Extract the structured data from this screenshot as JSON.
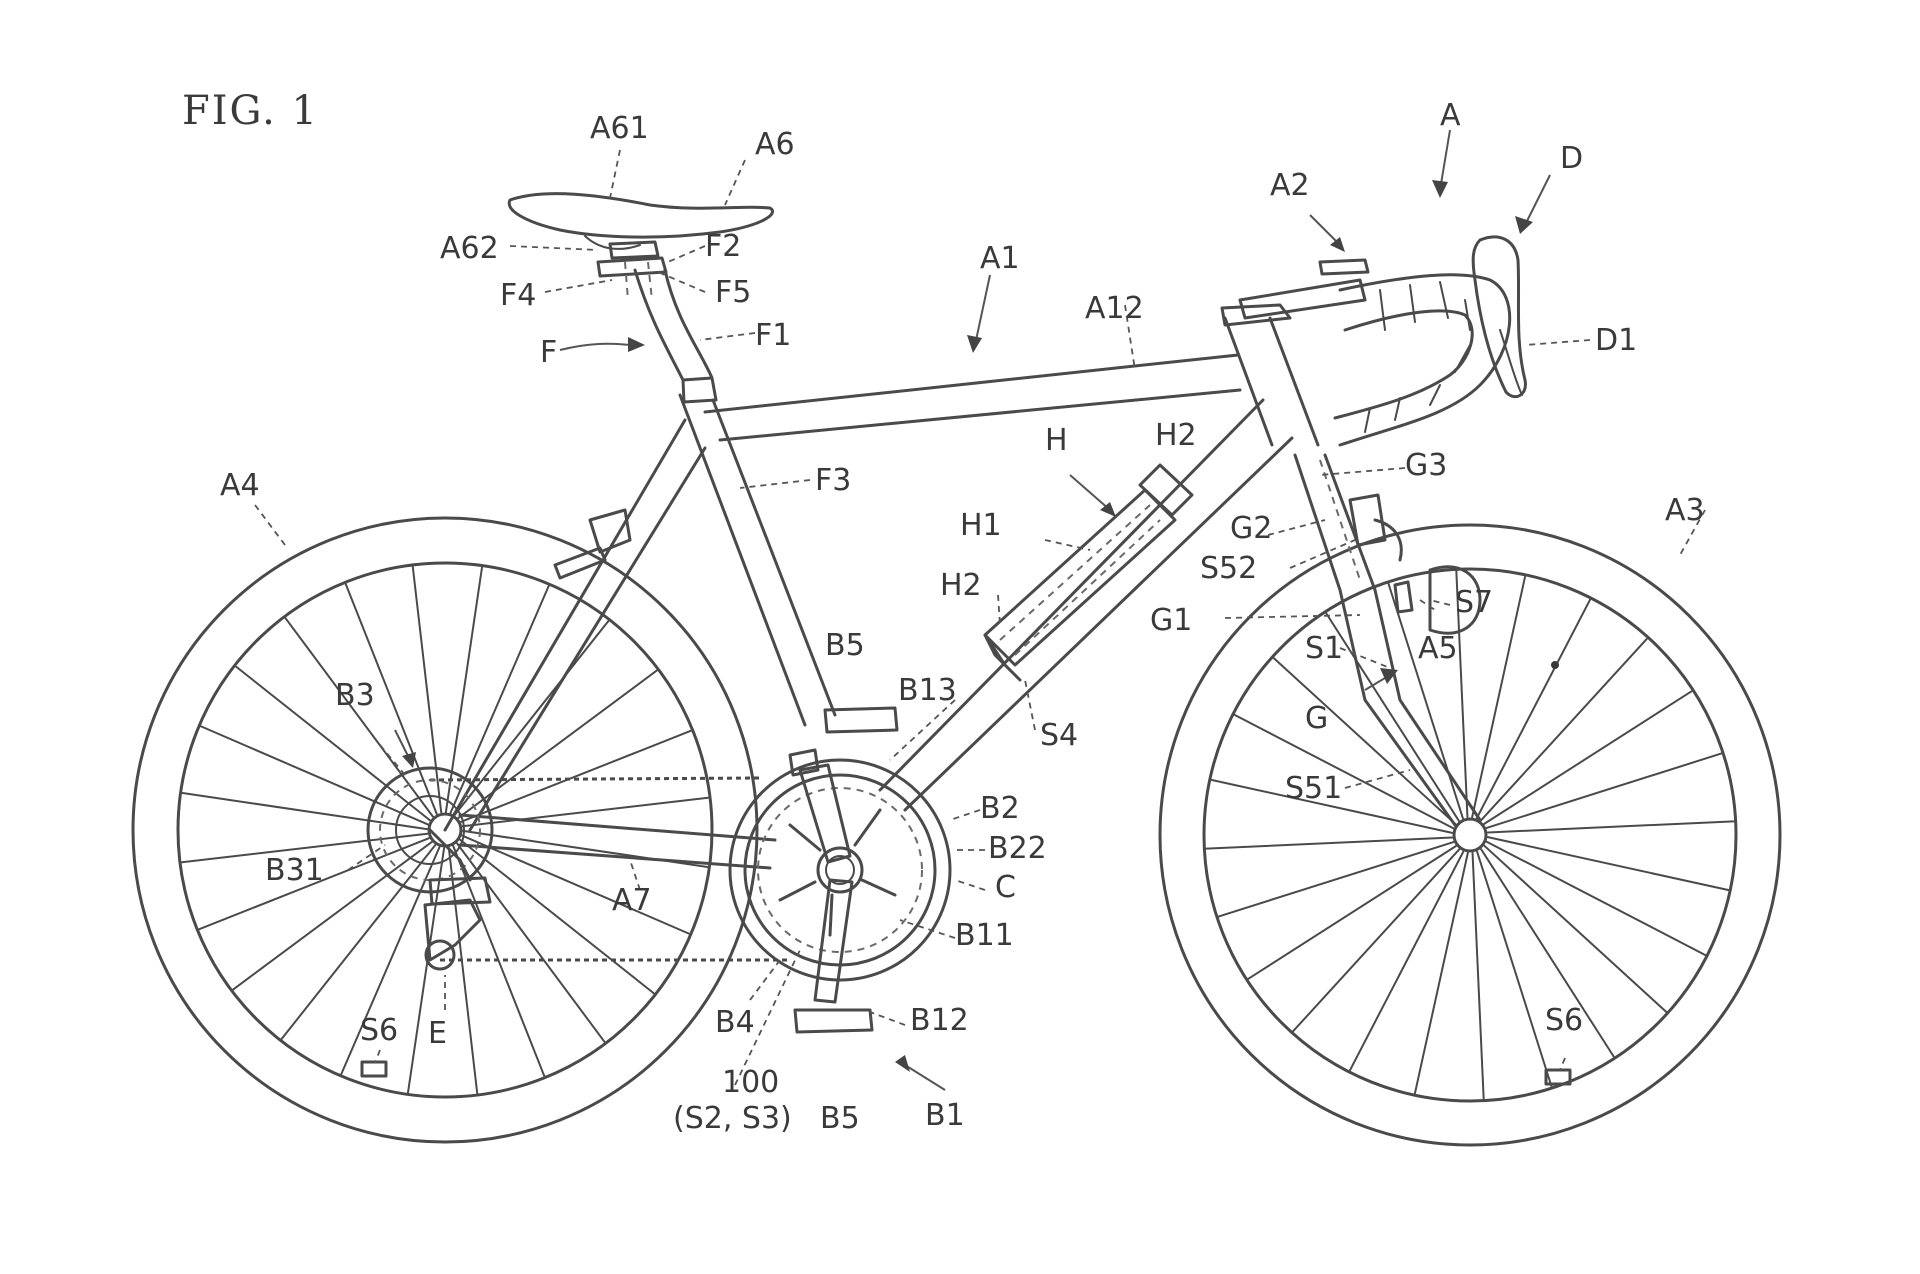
{
  "figure": {
    "title": "FIG. 1",
    "labels": {
      "A": "A",
      "A1": "A1",
      "A12": "A12",
      "A2": "A2",
      "A3": "A3",
      "A4": "A4",
      "A5": "A5",
      "A6": "A6",
      "A61": "A61",
      "A62": "A62",
      "A7": "A7",
      "D": "D",
      "D1": "D1",
      "F": "F",
      "F1": "F1",
      "F2": "F2",
      "F3": "F3",
      "F4": "F4",
      "F5": "F5",
      "H": "H",
      "H1": "H1",
      "H2_top": "H2",
      "H2_bottom": "H2",
      "G": "G",
      "G1": "G1",
      "G2": "G2",
      "G3": "G3",
      "S1": "S1",
      "S4": "S4",
      "S51": "S51",
      "S52": "S52",
      "S7": "S7",
      "S6_rear": "S6",
      "S6_front": "S6",
      "B1": "B1",
      "B11": "B11",
      "B12": "B12",
      "B13": "B13",
      "B2": "B2",
      "B22": "B22",
      "B3": "B3",
      "B31": "B31",
      "B4": "B4",
      "B5_top": "B5",
      "B5_bottom": "B5",
      "C": "C",
      "E": "E",
      "ref100": "100",
      "ref100_sub": "(S2, S3)"
    }
  }
}
